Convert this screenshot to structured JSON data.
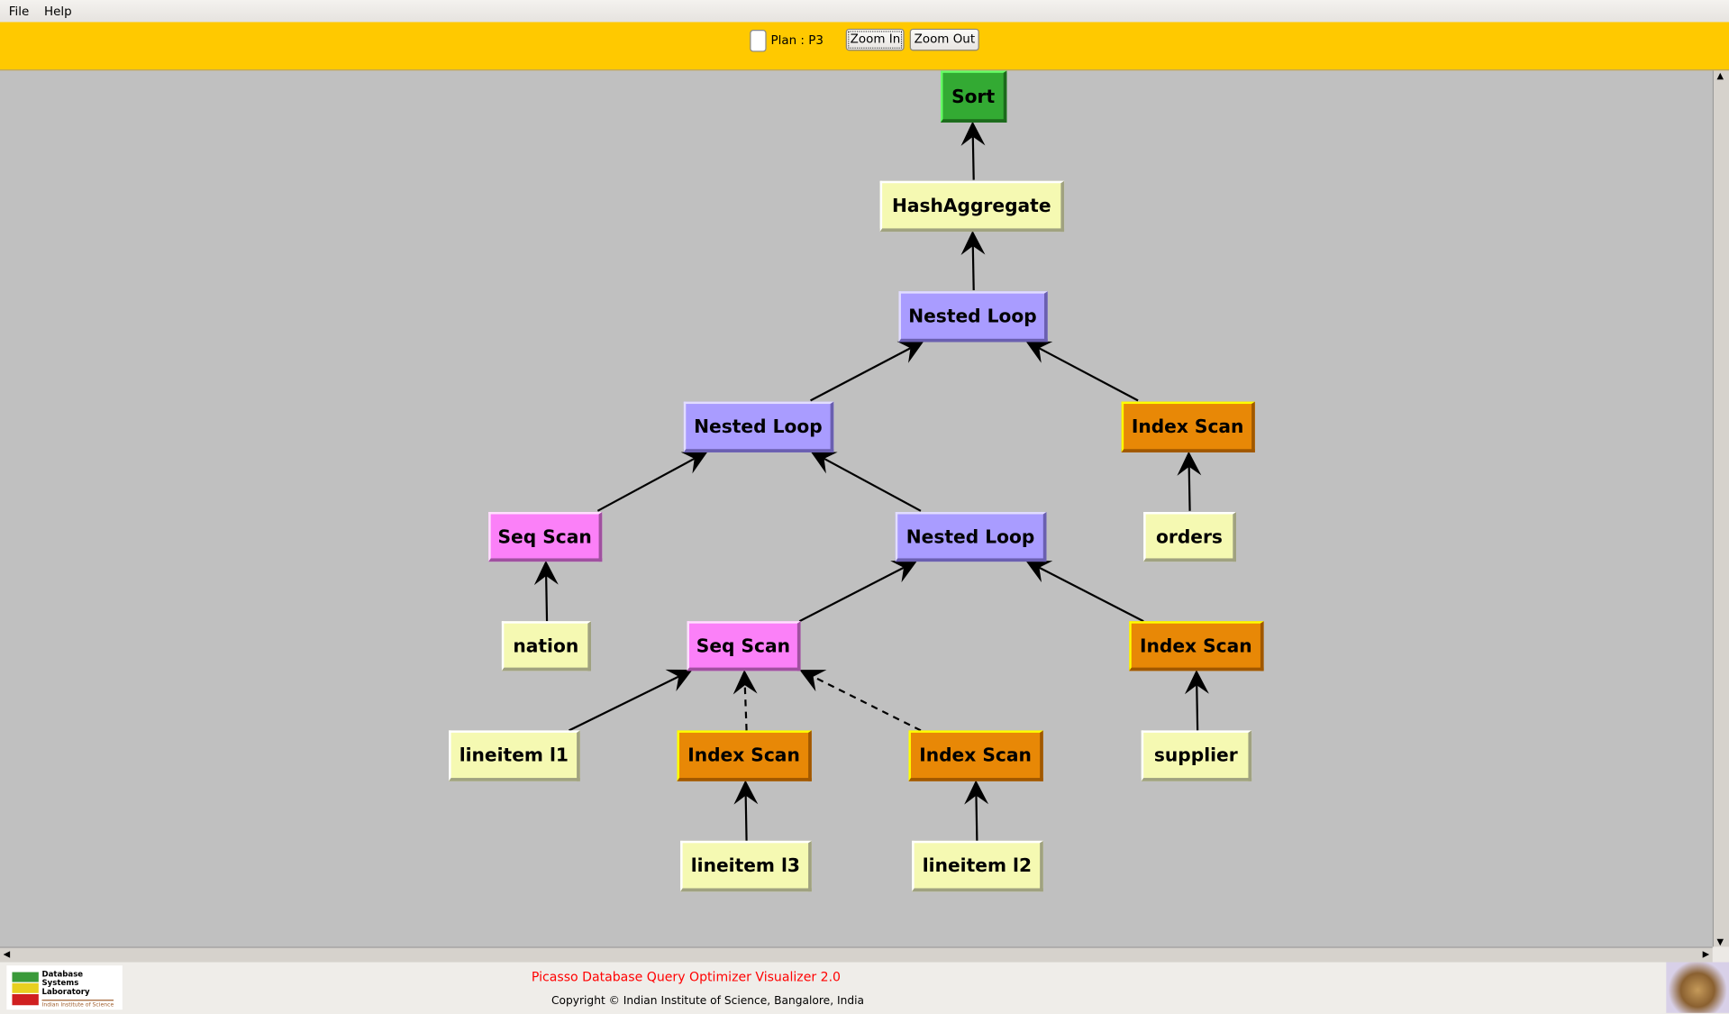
{
  "menu": {
    "items": [
      "File",
      "Help"
    ]
  },
  "toolbar": {
    "plan_label": "Plan : P3",
    "zoom_in": "Zoom In",
    "zoom_out": "Zoom Out"
  },
  "plan": {
    "nodes": [
      {
        "id": "sort",
        "label": "Sort",
        "kind": "green"
      },
      {
        "id": "hashagg",
        "label": "HashAggregate",
        "kind": "yellow"
      },
      {
        "id": "nl1",
        "label": "Nested Loop",
        "kind": "purple"
      },
      {
        "id": "nl2",
        "label": "Nested Loop",
        "kind": "purple"
      },
      {
        "id": "idx_orders",
        "label": "Index Scan",
        "kind": "orange"
      },
      {
        "id": "seq1",
        "label": "Seq Scan",
        "kind": "pink"
      },
      {
        "id": "nl3",
        "label": "Nested Loop",
        "kind": "purple"
      },
      {
        "id": "orders",
        "label": "orders",
        "kind": "yellow"
      },
      {
        "id": "nation",
        "label": "nation",
        "kind": "yellow"
      },
      {
        "id": "seq2",
        "label": "Seq Scan",
        "kind": "pink"
      },
      {
        "id": "idx_supplier",
        "label": "Index Scan",
        "kind": "orange"
      },
      {
        "id": "l1",
        "label": "lineitem l1",
        "kind": "yellow"
      },
      {
        "id": "idx_l3",
        "label": "Index Scan",
        "kind": "orange"
      },
      {
        "id": "idx_l2",
        "label": "Index Scan",
        "kind": "orange"
      },
      {
        "id": "supplier",
        "label": "supplier",
        "kind": "yellow"
      },
      {
        "id": "l3",
        "label": "lineitem l3",
        "kind": "yellow"
      },
      {
        "id": "l2",
        "label": "lineitem l2",
        "kind": "yellow"
      }
    ],
    "edges": [
      {
        "from": "hashagg",
        "to": "sort",
        "style": "solid"
      },
      {
        "from": "nl1",
        "to": "hashagg",
        "style": "solid"
      },
      {
        "from": "nl2",
        "to": "nl1",
        "style": "solid"
      },
      {
        "from": "idx_orders",
        "to": "nl1",
        "style": "solid"
      },
      {
        "from": "seq1",
        "to": "nl2",
        "style": "solid"
      },
      {
        "from": "nl3",
        "to": "nl2",
        "style": "solid"
      },
      {
        "from": "orders",
        "to": "idx_orders",
        "style": "solid"
      },
      {
        "from": "nation",
        "to": "seq1",
        "style": "solid"
      },
      {
        "from": "seq2",
        "to": "nl3",
        "style": "solid"
      },
      {
        "from": "idx_supplier",
        "to": "nl3",
        "style": "solid"
      },
      {
        "from": "supplier",
        "to": "idx_supplier",
        "style": "solid"
      },
      {
        "from": "l1",
        "to": "seq2",
        "style": "solid"
      },
      {
        "from": "idx_l3",
        "to": "seq2",
        "style": "dashed"
      },
      {
        "from": "idx_l2",
        "to": "seq2",
        "style": "dashed"
      },
      {
        "from": "l3",
        "to": "idx_l3",
        "style": "solid"
      },
      {
        "from": "l2",
        "to": "idx_l2",
        "style": "solid"
      }
    ]
  },
  "footer": {
    "logo_text": [
      "Database",
      "Systems",
      "Laboratory",
      "Indian Institute of Science"
    ],
    "title": "Picasso Database Query Optimizer Visualizer 2.0",
    "copyright": "Copyright © Indian Institute of Science, Bangalore, India"
  }
}
